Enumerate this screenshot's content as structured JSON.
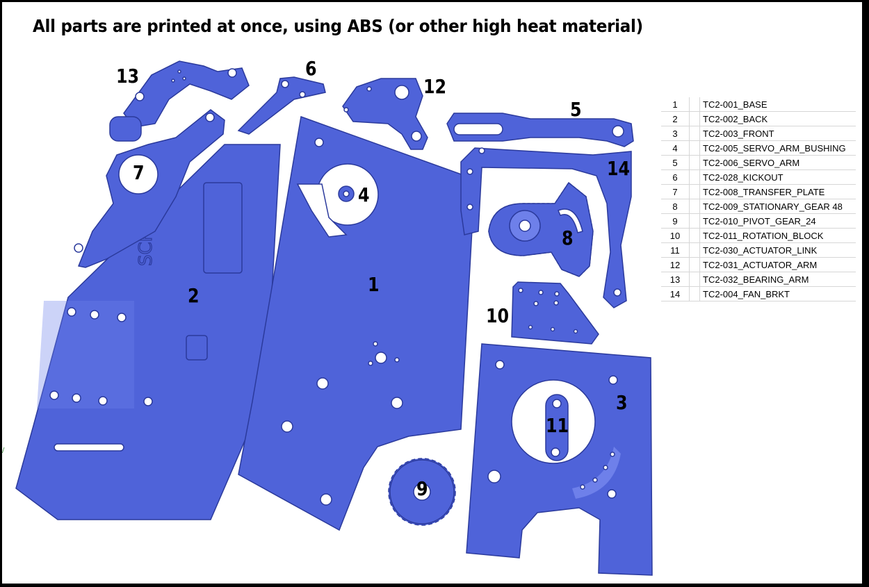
{
  "title": "All parts are printed at once, using ABS  (or other high heat material)",
  "engraved_text": "SCHWAGRI",
  "part_labels": {
    "p1": "1",
    "p2": "2",
    "p3": "3",
    "p4": "4",
    "p5": "5",
    "p6": "6",
    "p7": "7",
    "p8": "8",
    "p9": "9",
    "p10": "10",
    "p11": "11",
    "p12": "12",
    "p13": "13",
    "p14": "14"
  },
  "bom": [
    {
      "num": "1",
      "name": "TC2-001_BASE"
    },
    {
      "num": "2",
      "name": "TC2-002_BACK"
    },
    {
      "num": "3",
      "name": "TC2-003_FRONT"
    },
    {
      "num": "4",
      "name": "TC2-005_SERVO_ARM_BUSHING"
    },
    {
      "num": "5",
      "name": "TC2-006_SERVO_ARM"
    },
    {
      "num": "6",
      "name": "TC2-028_KICKOUT"
    },
    {
      "num": "7",
      "name": "TC2-008_TRANSFER_PLATE"
    },
    {
      "num": "8",
      "name": "TC2-009_STATIONARY_GEAR 48"
    },
    {
      "num": "9",
      "name": "TC2-010_PIVOT_GEAR_24"
    },
    {
      "num": "10",
      "name": "TC2-011_ROTATION_BLOCK"
    },
    {
      "num": "11",
      "name": "TC2-030_ACTUATOR_LINK"
    },
    {
      "num": "12",
      "name": "TC2-031_ACTUATOR_ARM"
    },
    {
      "num": "13",
      "name": "TC2-032_BEARING_ARM"
    },
    {
      "num": "14",
      "name": "TC2-004_FAN_BRKT"
    }
  ],
  "colors": {
    "part": "#4f63d9",
    "outline": "#2b3a9c",
    "background": "#ffffff",
    "frame": "#000000"
  }
}
